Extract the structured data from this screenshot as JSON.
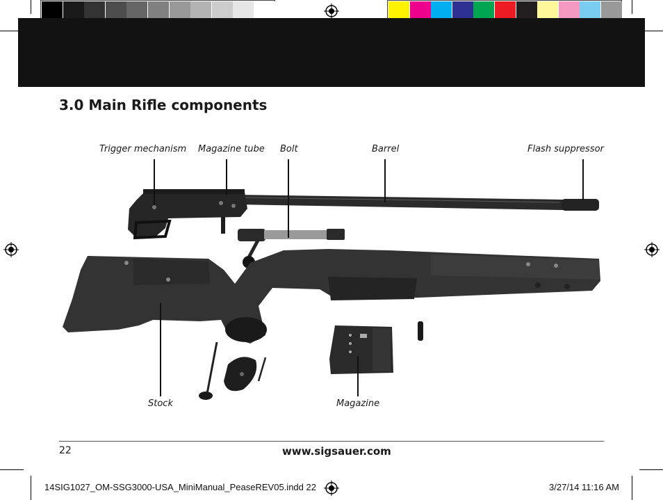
{
  "print_marks": {
    "grayscale_swatches": [
      "#000000",
      "#1a1a1a",
      "#333333",
      "#4d4d4d",
      "#666666",
      "#808080",
      "#999999",
      "#b3b3b3",
      "#cccccc",
      "#e6e6e6",
      "#ffffff"
    ],
    "color_swatches": [
      "#fff200",
      "#ec008c",
      "#00aeef",
      "#2e3192",
      "#00a651",
      "#ed1c24",
      "#231f20",
      "#fff799",
      "#f49ac1",
      "#7accf0",
      "#999999"
    ]
  },
  "section": {
    "title": "3.0 Main Rifle components"
  },
  "callouts": {
    "trigger": "Trigger mechanism",
    "magazine_tube": "Magazine tube",
    "bolt": "Bolt",
    "barrel": "Barrel",
    "flash_suppressor": "Flash suppressor",
    "stock": "Stock",
    "magazine": "Magazine"
  },
  "footer": {
    "page_number": "22",
    "website": "www.sigsauer.com"
  },
  "slug": {
    "file": "14SIG1027_OM-SSG3000-USA_MiniManual_PeaseREV05.indd   22",
    "date": "3/27/14   11:16 AM"
  }
}
